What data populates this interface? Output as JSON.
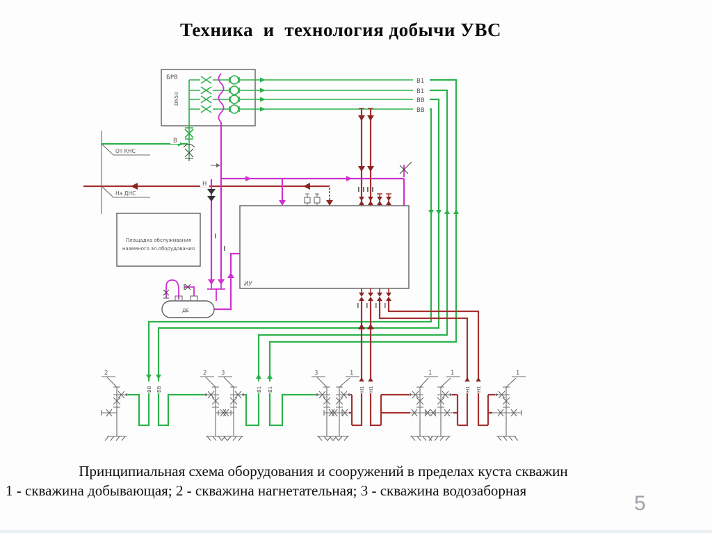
{
  "slide": {
    "title": "Техника  и  технология добычи УВС",
    "caption_line1": "Принципиальная схема оборудования и сооружений в пределах куста скважин",
    "caption_line2": "1 - скважина добывающая; 2 - скважина нагнетательная; 3 - скважина водозаборная",
    "page_number": "5"
  },
  "diagram": {
    "blocks": {
      "brv": "БРВ",
      "brv_dn": "DN50",
      "iu": "ИУ",
      "de": "ДЕ",
      "platform_line1": "Площадка обслуживания",
      "platform_line2": "наземного эл.оборудования"
    },
    "flow_labels": {
      "v": "В",
      "n": "Н",
      "from_kns": "От КНС",
      "to_dns": "На ДНС"
    },
    "line_labels": [
      "В1",
      "В1",
      "ВВ",
      "ВВ"
    ],
    "riser_labels": [
      "ВВ",
      "ВВ",
      "В1",
      "В1",
      "Н1",
      "Н1",
      "Н1",
      "Н1"
    ],
    "well_numbers": [
      "2",
      "2",
      "3",
      "3",
      "1",
      "1",
      "1",
      "1"
    ],
    "colors": {
      "water": "#2cb24b",
      "drain": "#cf30cf",
      "oil": "#a63030"
    }
  }
}
